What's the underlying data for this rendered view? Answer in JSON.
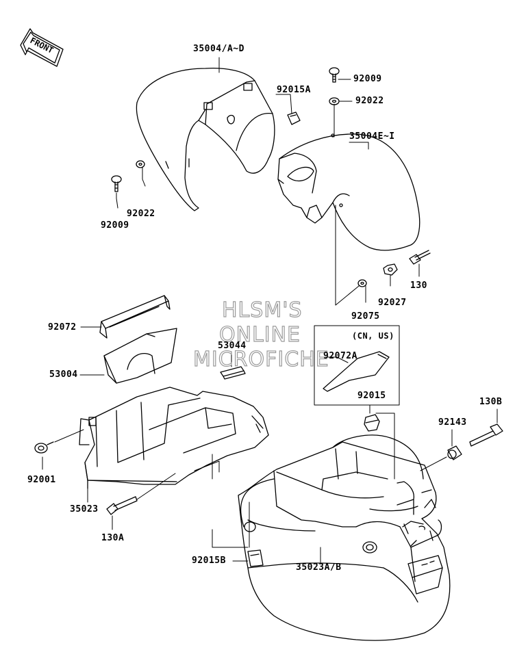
{
  "front_label": "FRONT",
  "watermark": {
    "line1": "HLSM'S",
    "line2": "ONLINE",
    "line3": "MICROFICHE"
  },
  "callouts": {
    "p35004_ad": "35004/A~D",
    "p92015a": "92015A",
    "p92009_top": "92009",
    "p92022_top": "92022",
    "p35004_ei": "35004E~I",
    "p92022_left": "92022",
    "p92009_left": "92009",
    "p130": "130",
    "p92027": "92027",
    "p92075": "92075",
    "p92072": "92072",
    "p53044": "53044",
    "p53004": "53004",
    "cn_us": "(CN, US)",
    "p92072a": "92072A",
    "p92015": "92015",
    "p130b": "130B",
    "p92143": "92143",
    "p92001": "92001",
    "p35023": "35023",
    "p130a": "130A",
    "p92015b": "92015B",
    "p35023ab": "35023A/B"
  },
  "colors": {
    "line": "#000000",
    "watermark_stroke": "#9a9a9a",
    "background": "#ffffff"
  }
}
